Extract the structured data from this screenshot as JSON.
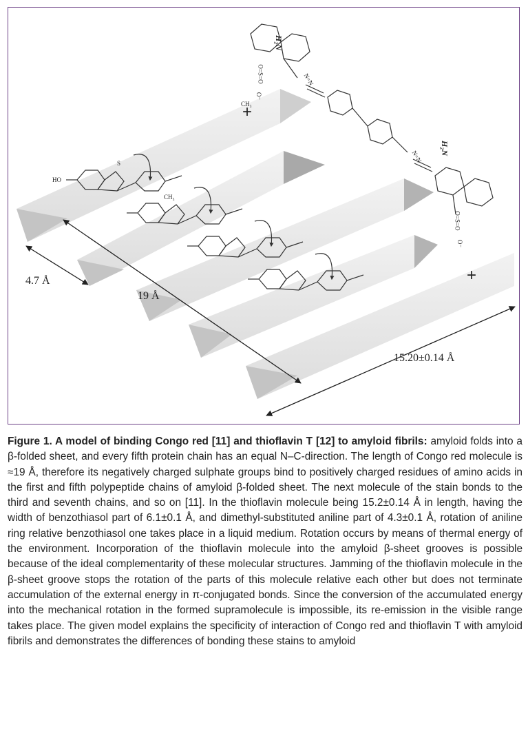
{
  "figure": {
    "dimensions": {
      "sheet_spacing": "4.7 Å",
      "congo_red_length": "19 Å",
      "thioflavin_length": "15.20±0.14 Å"
    },
    "charges": {
      "positive_top": "+",
      "positive_bottom": "+"
    },
    "congo_red_atoms": {
      "amine_top": "H₂N",
      "amine_bottom": "H₂N",
      "azo_top": "N=N",
      "azo_bottom": "N=N",
      "sulfonate_top": "O=S=O",
      "sulfonate_bottom": "O=S=O",
      "oxygen_minus_top": "O⁻",
      "oxygen_minus_bottom": "O⁻"
    },
    "thioflavin_atoms": {
      "hydroxyl": "HO",
      "sulfur": "S",
      "methyl": "CH₃",
      "nitrogen_methyl": "CH₃"
    }
  },
  "caption": {
    "title": "Figure 1. A model of binding Congo red [11] and thioflavin T [12] to amyloid fibrils:",
    "body": " amyloid folds into a β-folded sheet, and every fifth protein chain has an equal N–C-direction. The length of Congo red molecule is ≈19 Å, therefore its negatively charged sulphate groups bind to positively charged residues of amino acids in the first and fifth polypeptide chains of amyloid β-folded sheet. The next molecule of the stain bonds to the third and seventh chains, and so on [11]. In the thioflavin molecule being 15.2±0.14 Å in length, having the width of benzothiasol part of 6.1±0.1 Å, and dimethyl-substituted aniline part of 4.3±0.1 Å, rotation of aniline ring relative benzothiasol one takes place in a liquid medium. Rotation occurs by means of thermal energy of the environment. Incorporation of the thioflavin molecule into the amyloid β-sheet grooves is possible because of the ideal complementarity of these molecular structures. Jamming of the thioflavin molecule in the β-sheet groove stops the rotation of the parts of this molecule relative each other but does not terminate accumulation of the external energy in π-conjugated bonds. Since the conversion of the accumulated energy into the mechanical rotation in the formed supramolecule is impossible, its re-emission in the visible range takes place. The given model explains the specificity of interaction of Congo red and thioflavin T with amyloid fibrils and demonstrates the differences of bonding these stains to amyloid"
  }
}
